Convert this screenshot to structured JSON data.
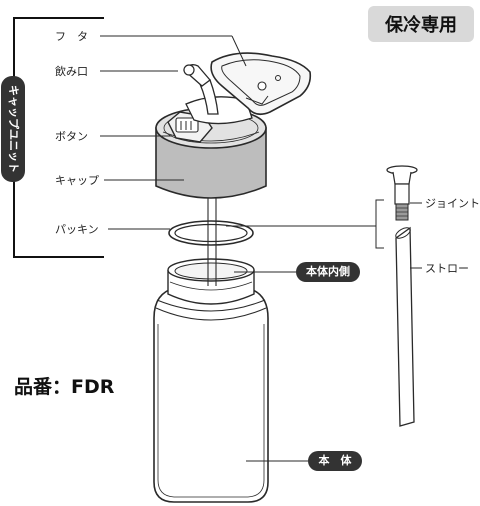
{
  "badge": "保冷専用",
  "model": "品番：FDR",
  "unit_bracket_label": "キャップユニット",
  "labels": {
    "lid": "フ　タ",
    "spout": "飲み口",
    "button": "ボタン",
    "cap": "キャップ",
    "gasket": "パッキン",
    "joint": "ジョイント",
    "straw": "ストロー",
    "body_inner": "本体内側",
    "body": "本　体"
  },
  "colors": {
    "line": "#2a2a2a",
    "cap_fill": "#bdbdbd",
    "pill": "#333333",
    "badge_bg": "#d9d9d9"
  }
}
